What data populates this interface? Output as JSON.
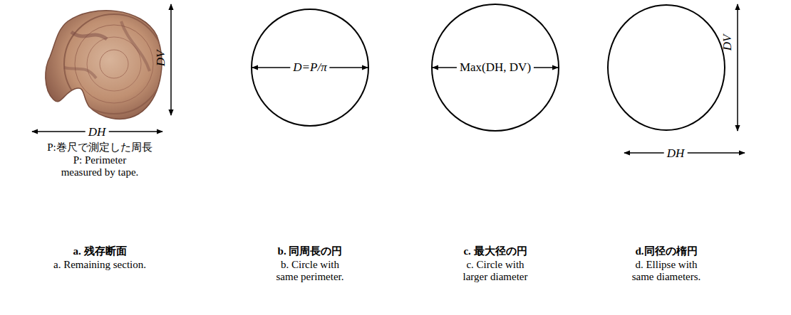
{
  "diagram": {
    "nodes": [
      {
        "text": [
          "D=P/π"
        ]
      },
      {
        "text": [
          "Max(DH, DV)"
        ]
      }
    ],
    "labels": [
      "DV",
      "DH",
      "P:巻尺で測定した周長",
      "P: Perimeter measured by tape.",
      "a. 残存断面",
      "a. Remaining section.",
      "b. 同周長の円",
      "b. Circle with same perimeter.",
      "c. 最大径の円",
      "c. Circle with larger diameter",
      "d.同径の楕円",
      "d. Ellipse with same diameters.",
      "DV",
      "DH"
    ]
  }
}
